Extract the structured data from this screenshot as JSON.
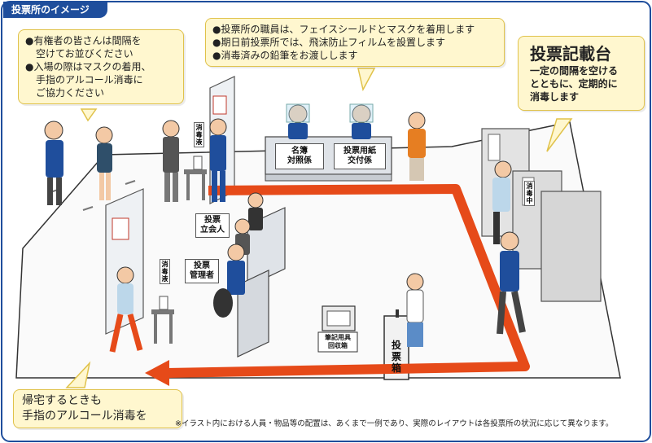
{
  "header": {
    "title": "投票所のイメージ"
  },
  "bubbles": {
    "queue": [
      "●有権者の皆さんは間隔を",
      "空けてお並びください",
      "●入場の際はマスクの着用、",
      "手指のアルコール消毒に",
      "ご協力ください"
    ],
    "staff": [
      "●投票所の職員は、フェイスシールドとマスクを着用します",
      "●期日前投票所では、飛沫防止フィルムを設置します",
      "●消毒済みの鉛筆をお渡しします"
    ],
    "booth": {
      "title": "投票記載台",
      "lines": [
        "一定の間隔を空ける",
        "とともに、定期的に",
        "消毒します"
      ]
    },
    "home": [
      "帰宅するときも",
      "手指のアルコール消毒を"
    ]
  },
  "signs": {
    "registry": [
      "名簿",
      "対照係"
    ],
    "ballot": [
      "投票用紙",
      "交付係"
    ],
    "witness": [
      "投票",
      "立会人"
    ],
    "manager": [
      "投票",
      "管理者"
    ],
    "ballot_box": [
      "投票",
      "箱"
    ],
    "pencil_box": [
      "筆記用具",
      "回収箱"
    ],
    "sanitizer": "消毒液",
    "sanitizing": "消毒中"
  },
  "footnote": "※イラスト内における人員・物品等の配置は、あくまで一例であり、実際のレイアウトは各投票所の状況に応じて異なります。",
  "colors": {
    "navy": "#1f4e9c",
    "bubble_fill": "#fff7cf",
    "bubble_border": "#e0c24a",
    "arrow": "#e64a19",
    "floor": "#ffffff"
  }
}
